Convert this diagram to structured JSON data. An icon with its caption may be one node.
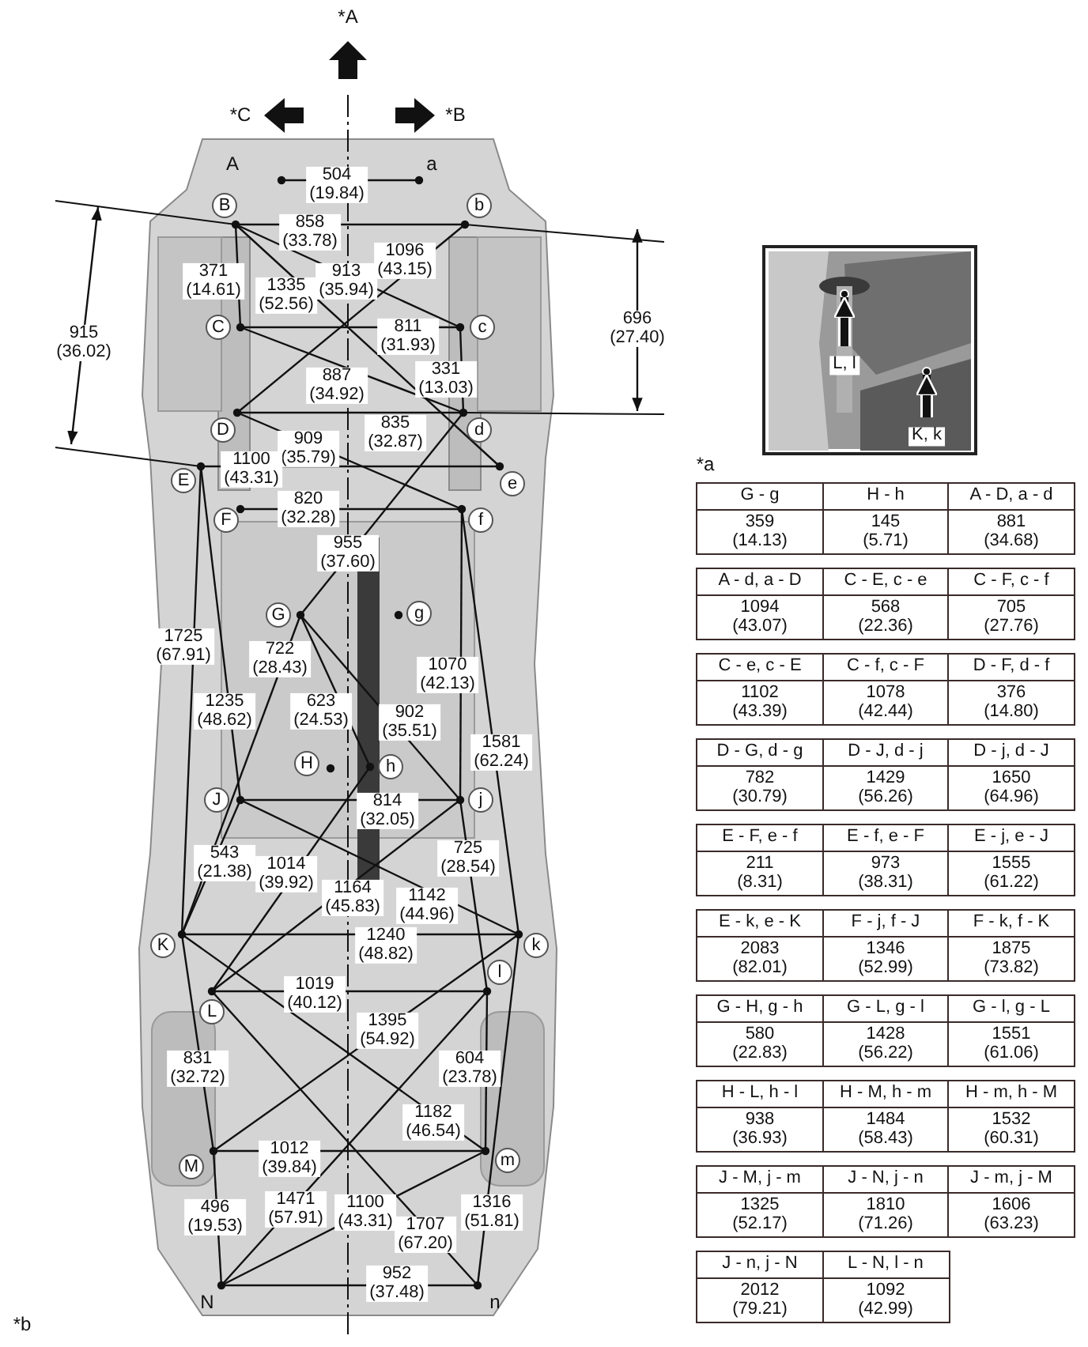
{
  "diagram": {
    "nodes": [
      {
        "text": [
          "L, l"
        ]
      },
      {
        "text": [
          "K, k"
        ]
      }
    ],
    "edges": [
      {
        "from": 0,
        "to": null,
        "arrow": "to"
      },
      {
        "from": 1,
        "to": null,
        "arrow": "to"
      }
    ],
    "labels": [
      "*A",
      "*C",
      "*B",
      "A",
      "504 (19.84)",
      "a",
      "B",
      "b",
      "858 (33.78)",
      "1096 (43.15)",
      "371 (14.61)",
      "1335 (52.56)",
      "913 (35.94)",
      "915 (36.02)",
      "696 (27.40)",
      "C",
      "811 (31.93)",
      "c",
      "887 (34.92)",
      "331 (13.03)",
      "835 (32.87)",
      "D",
      "909 (35.79)",
      "d",
      "1100 (43.31)",
      "E",
      "e",
      "820 (32.28)",
      "F",
      "f",
      "955 (37.60)",
      "G",
      "g",
      "1725 (67.91)",
      "722 (28.43)",
      "1070 (42.13)",
      "1235 (48.62)",
      "623 (24.53)",
      "902 (35.51)",
      "1581 (62.24)",
      "H",
      "h",
      "J",
      "814 (32.05)",
      "j",
      "543 (21.38)",
      "725 (28.54)",
      "1014 (39.92)",
      "1164 (45.83)",
      "1142 (44.96)",
      "K",
      "1240 (48.82)",
      "k",
      "l",
      "1019 (40.12)",
      "L",
      "1395 (54.92)",
      "831 (32.72)",
      "604 (23.78)",
      "1182 (46.54)",
      "1012 (39.84)",
      "M",
      "m",
      "496 (19.53)",
      "1471 (57.91)",
      "1100 (43.31)",
      "1316 (51.81)",
      "1707 (67.20)",
      "952 (37.48)",
      "N",
      "n",
      "*a",
      "G - g",
      "H - h",
      "A - D, a - d",
      "359 (14.13)",
      "145 (5.71)",
      "881 (34.68)",
      "A - d, a - D",
      "C - E, c - e",
      "C - F, c - f",
      "1094 (43.07)",
      "568 (22.36)",
      "705 (27.76)",
      "C - e, c - E",
      "C - f, c - F",
      "D - F, d - f",
      "1102 (43.39)",
      "1078 (42.44)",
      "376 (14.80)",
      "D - G, d - g",
      "D - J, d - j",
      "D - j, d - J",
      "782 (30.79)",
      "1429 (56.26)",
      "1650 (64.96)",
      "E - F, e - f",
      "E - f, e - F",
      "E - j, e - J",
      "211 (8.31)",
      "973 (38.31)",
      "1555 (61.22)",
      "E - k, e - K",
      "F - j, f - J",
      "F - k, f - K",
      "2083 (82.01)",
      "1346 (52.99)",
      "1875 (73.82)",
      "G - H, g - h",
      "G - L, g - l",
      "G - l, g - L",
      "580 (22.83)",
      "1428 (56.22)",
      "1551 (61.06)",
      "H - L, h - l",
      "H - M, h - m",
      "H - m, h - M",
      "938 (36.93)",
      "1484 (58.43)",
      "1532 (60.31)",
      "J - M, j - m",
      "J - N, j - n",
      "J - m, j - M",
      "1325 (52.17)",
      "1810 (71.26)",
      "1606 (63.23)",
      "J - n, j - N",
      "L - N, l - n",
      "2012 (79.21)",
      "1092 (42.99)",
      "*b"
    ]
  }
}
